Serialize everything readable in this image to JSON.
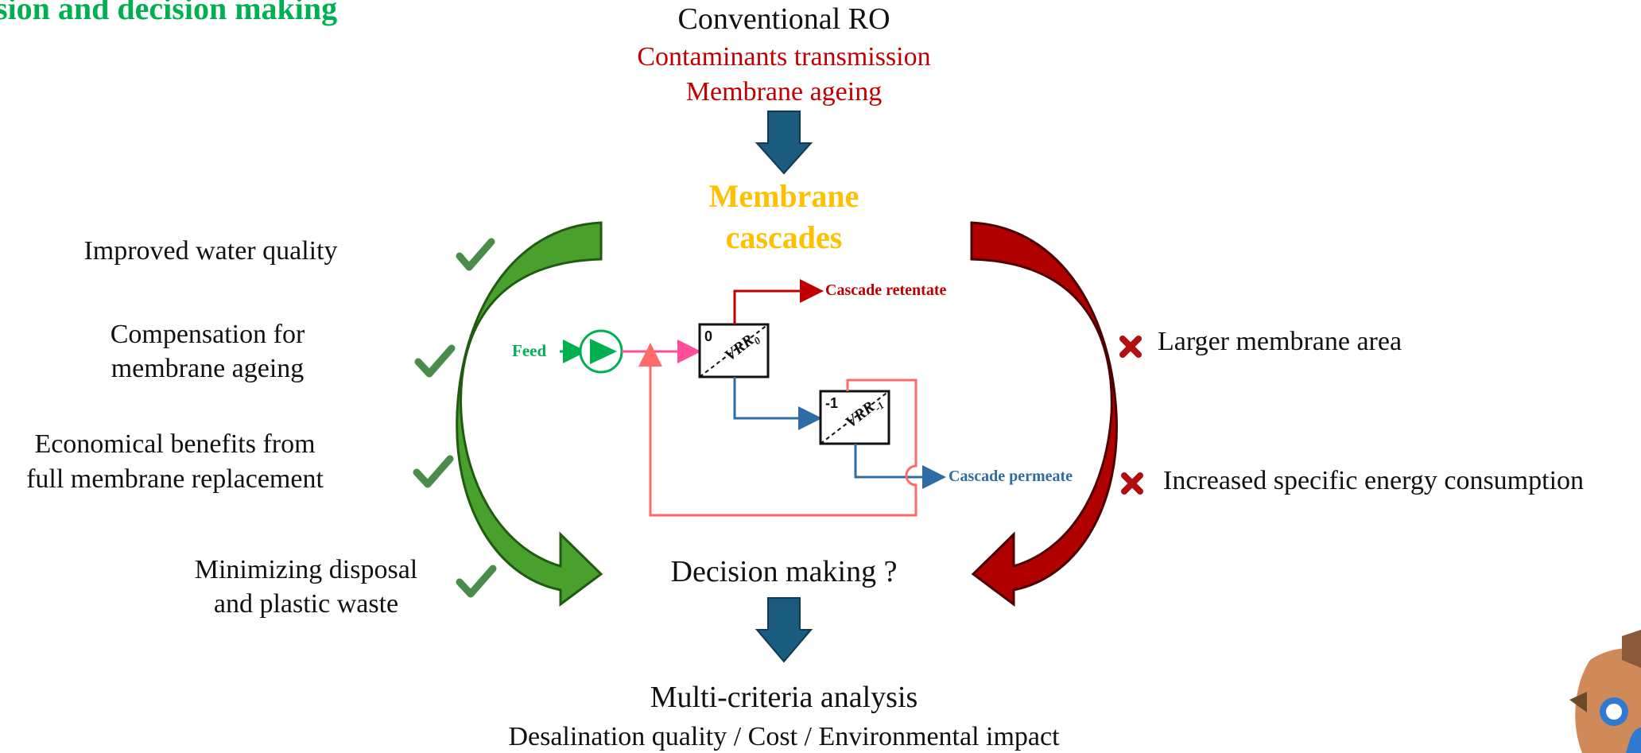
{
  "slide_title": "sion and decision making",
  "top": {
    "title": "Conventional RO",
    "problem_1": "Contaminants transmission",
    "problem_2": "Membrane ageing"
  },
  "cascade_title_line1": "Membrane",
  "cascade_title_line2": "cascades",
  "advantages": [
    {
      "line1": "Improved water quality",
      "line2": ""
    },
    {
      "line1": "Compensation for",
      "line2": "membrane ageing"
    },
    {
      "line1": "Economical benefits from",
      "line2": "full membrane replacement"
    },
    {
      "line1": "Minimizing disposal",
      "line2": "and plastic waste"
    }
  ],
  "drawbacks": [
    "Larger membrane area",
    "Increased specific energy consumption"
  ],
  "flow": {
    "feed": "Feed",
    "stage_0_index": "0",
    "stage_0_label": "VRR",
    "stage_0_sub": "0",
    "stage_1_index": "-1",
    "stage_1_label": "VRR",
    "stage_1_sub": "-1",
    "retentate": "Cascade retentate",
    "permeate": "Cascade permeate"
  },
  "decision": "Decision making ?",
  "bottom": {
    "title": "Multi-criteria analysis",
    "criteria": "Desalination quality / Cost / Environmental impact"
  },
  "colors": {
    "title_green": "#00b050",
    "problem_red": "#c00000",
    "cascade_gold": "#ffc000",
    "arrow_blue": "#1b5b7e",
    "good_green": "#3f8f28",
    "bad_red": "#b00000",
    "check_green": "#4c8c4a",
    "pump_green": "#00b050",
    "recycle_red": "#ff6b6b",
    "permeate_blue": "#2e6da4"
  },
  "icons": {
    "check": "check-icon",
    "cross": "cross-icon",
    "pump": "pump-icon",
    "logo": "logo-icon"
  }
}
